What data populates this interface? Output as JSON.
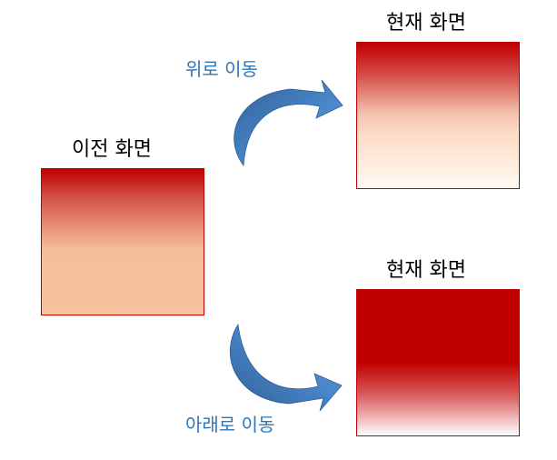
{
  "previous_screen": {
    "label": "이전 화면"
  },
  "current_screen_top": {
    "label": "현재 화면"
  },
  "current_screen_bottom": {
    "label": "현재 화면"
  },
  "move_up": {
    "label": "위로 이동"
  },
  "move_down": {
    "label": "아래로 이동"
  },
  "colors": {
    "arrow_label": "#2e75b6",
    "arrow_fill": "#3f78b8",
    "box_border": "#c00000",
    "box_red": "#c00000"
  },
  "icons": {
    "up_arrow": "curved-arrow-up-right-icon",
    "down_arrow": "curved-arrow-down-right-icon"
  }
}
